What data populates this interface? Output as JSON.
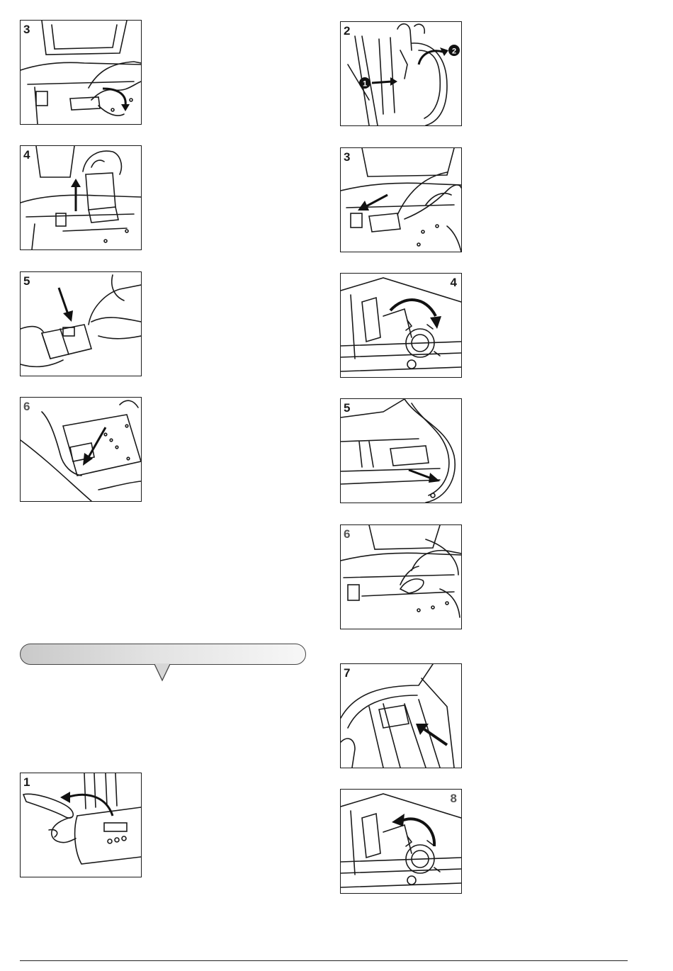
{
  "left_column": {
    "steps": [
      {
        "number": "3",
        "scene": "unlock-cartridge",
        "arrow": "curved-down"
      },
      {
        "number": "4",
        "scene": "lift-cartridge",
        "arrow": "up"
      },
      {
        "number": "5",
        "scene": "clean-contacts",
        "arrow": "down"
      },
      {
        "number": "6",
        "scene": "insert-cartridge",
        "arrow": "down-left"
      }
    ]
  },
  "section_two": {
    "steps": [
      {
        "number": "1",
        "scene": "lift-handset",
        "arrow": "curved-left"
      }
    ]
  },
  "right_column": {
    "steps": [
      {
        "number": "2",
        "scene": "open-cover",
        "callouts": [
          "1",
          "2"
        ]
      },
      {
        "number": "3",
        "scene": "slide-carriage",
        "arrow": "left"
      },
      {
        "number": "4",
        "scene": "rotate-gear",
        "arrow": "curved-right"
      },
      {
        "number": "5",
        "scene": "pull-roller",
        "arrow": "right"
      },
      {
        "number": "6",
        "scene": "wipe-inside",
        "arrow": "none"
      },
      {
        "number": "7",
        "scene": "press-lever",
        "arrow": "up-left"
      },
      {
        "number": "8",
        "scene": "rotate-gear-back",
        "arrow": "curved-left"
      }
    ]
  },
  "colors": {
    "line": "#1a1a1a",
    "pill_start": "#c9c9c9",
    "pill_end": "#f7f7f7"
  }
}
